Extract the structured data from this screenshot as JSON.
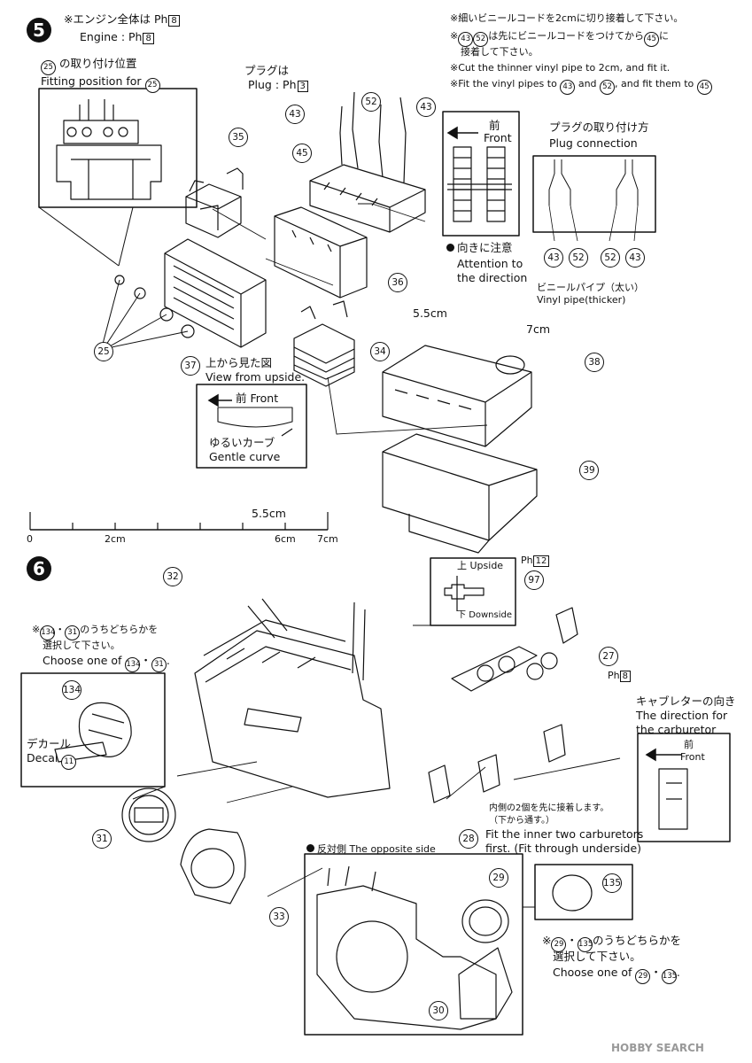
{
  "step5": {
    "number": "5",
    "engine_note_jp": "※エンジン全体は Ph",
    "engine_note_jp_ref": "8",
    "engine_note_en": "Engine : Ph",
    "engine_note_en_ref": "8",
    "fitting_jp_part": "25",
    "fitting_jp": "の取り付け位置",
    "fitting_en": "Fitting position for",
    "fitting_en_part": "25",
    "plug_jp": "プラグは",
    "plug_en": "Plug :",
    "plug_ref_ph": "Ph",
    "plug_ref": "3",
    "note1_jp": "※細いビニールコードを2cmに切り接着して下さい。",
    "note2_jp_a": "※",
    "note2_jp_p1": "43",
    "note2_jp_p2": "52",
    "note2_jp_b": "は先にビニールコードをつけてから",
    "note2_jp_p3": "45",
    "note2_jp_c": "に",
    "note2_jp_d": "接着して下さい。",
    "note1_en": "※Cut the thinner vinyl pipe to 2cm, and fit it.",
    "note2_en_a": "※Fit the vinyl pipes to",
    "note2_en_p1": "43",
    "note2_en_and": "and",
    "note2_en_p2": "52",
    "note2_en_b": ", and  fit them to",
    "note2_en_p3": "45",
    "front_jp": "前",
    "front_en": "Front",
    "attention_jp": "向きに注意",
    "attention_en_1": "Attention to",
    "attention_en_2": "the direction",
    "plug_conn_jp": "プラグの取り付け方",
    "plug_conn_en": "Plug connection",
    "plug_conn_parts": [
      "43",
      "52",
      "52",
      "43"
    ],
    "vinyl_jp": "ビニールパイプ（太い）",
    "vinyl_en": "Vinyl pipe(thicker)",
    "len_a": "5.5cm",
    "len_b": "7cm",
    "view_jp": "上から見た図",
    "view_en": "View  from upside.",
    "view_front_jp": "前",
    "view_front_en": "Front",
    "curve_jp": "ゆるいカーブ",
    "curve_en": "Gentle curve",
    "parts": {
      "p35": "35",
      "p45": "45",
      "p43a": "43",
      "p52": "52",
      "p43b": "43",
      "p36": "36",
      "p34": "34",
      "p38": "38",
      "p39": "39",
      "p25": "25",
      "p37": "37"
    }
  },
  "scale": {
    "label_top": "5.5cm",
    "ticks": [
      "0",
      "2cm",
      "6cm",
      "7cm"
    ]
  },
  "step6": {
    "number": "6",
    "choose_jp_a": "※",
    "choose_jp_p1": "134",
    "choose_jp_p2": "31",
    "choose_jp_b": "のうちどちらかを",
    "choose_jp_c": "選択して下さい。",
    "choose_en": "Choose one of",
    "choose_en_p1": "134",
    "choose_en_p2": "31",
    "decal_jp": "デカール",
    "decal_en": "Decal",
    "decal_no": "11",
    "upside_jp": "上",
    "upside_en": "Upside",
    "downside_jp": "下",
    "downside_en": "Downside",
    "ph_ref_a": "12",
    "ph_ref_b": "8",
    "ph": "Ph",
    "carb_jp": "キャブレターの向き",
    "carb_en_1": "The direction for",
    "carb_en_2": "the carburetor",
    "carb_front_jp": "前",
    "carb_front_en": "Front",
    "inner_jp_1": "内側の2個を先に接着します。",
    "inner_jp_2": "（下から通す。）",
    "inner_en_1": "Fit the inner two carburetors",
    "inner_en_2": "first.  (Fit through underside)",
    "opposite": "反対側  The opposite side",
    "choose2_jp_a": "※",
    "choose2_jp_p1": "29",
    "choose2_jp_p2": "135",
    "choose2_jp_b": "のうちどちらかを",
    "choose2_jp_c": "選択して下さい。",
    "choose2_en": "Choose one of",
    "choose2_en_p1": "29",
    "choose2_en_p2": "135",
    "parts": {
      "p32": "32",
      "p97": "97",
      "p27": "27",
      "p134": "134",
      "p31": "31",
      "p33": "33",
      "p28": "28",
      "p29": "29",
      "p135": "135",
      "p30": "30"
    }
  },
  "watermark": "HOBBY SEARCH"
}
